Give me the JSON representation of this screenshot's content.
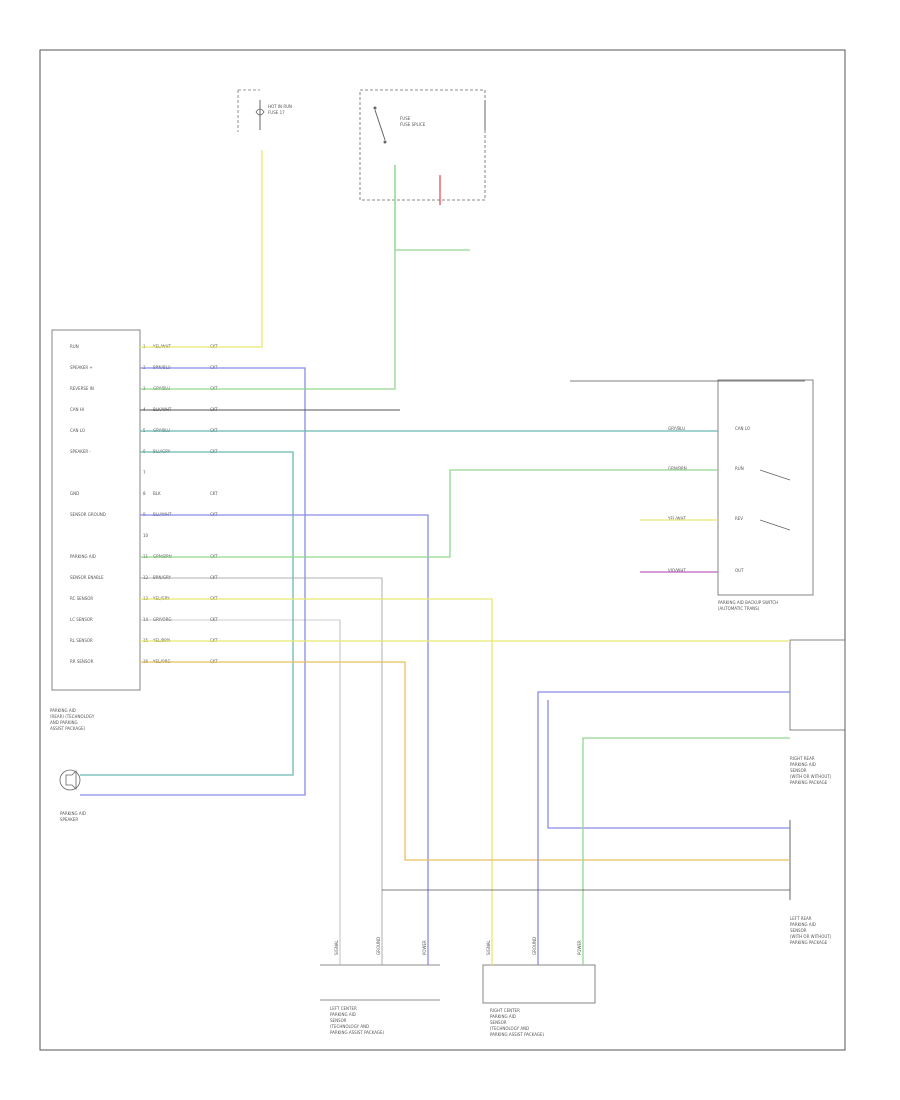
{
  "diagram_id": "",
  "components": {
    "module_label": [
      "PARKING AID",
      "(REAR) (TECHNOLOGY",
      "AND PARKING",
      "ASSIST PACKAGE)"
    ],
    "buzzer_label": [
      "PARKING AID",
      "SPEAKER"
    ],
    "relay_label": [
      "PARKING AID BACKUP SWITCH",
      "(AUTOMATIC TRANS)"
    ],
    "left_sensor_label": [
      "LEFT CENTER",
      "PARKING AID",
      "SENSOR",
      "(TECHNOLOGY AND",
      "PARKING ASSIST PACKAGE)"
    ],
    "right_sensor_label": [
      "RIGHT CENTER",
      "PARKING AID",
      "SENSOR",
      "(TECHNOLOGY AND",
      "PARKING ASSIST PACKAGE)"
    ],
    "rear_left_label": [
      "LEFT REAR",
      "PARKING AID",
      "SENSOR",
      "(WITH OR WITHOUT)",
      "PARKING PACKAGE"
    ],
    "rear_right_label": [
      "RIGHT REAR",
      "PARKING AID",
      "SENSOR",
      "(WITH OR WITHOUT)",
      "PARKING PACKAGE"
    ],
    "fuse1_label": [
      "HOT IN RUN",
      "FUSE 17"
    ],
    "fuse2_label": [
      "FUSE",
      "FUSE SPLICE"
    ]
  },
  "module_pins": [
    {
      "pin": "1",
      "name": "RUN",
      "wire": "YEL/WHT",
      "dest": "CKT"
    },
    {
      "pin": "2",
      "name": "SPEAKER +",
      "wire": "BRN/BLU",
      "dest": "CKT"
    },
    {
      "pin": "3",
      "name": "REVERSE IN",
      "wire": "GRY/BLU",
      "dest": "CKT"
    },
    {
      "pin": "4",
      "name": "CAN HI",
      "wire": "BLK/WHT",
      "dest": "CKT"
    },
    {
      "pin": "5",
      "name": "CAN LO",
      "wire": "GRY/BLU",
      "dest": "CKT"
    },
    {
      "pin": "6",
      "name": "SPEAKER -",
      "wire": "BLU/GRY",
      "dest": "CKT"
    },
    {
      "pin": "7",
      "name": "",
      "wire": "",
      "dest": ""
    },
    {
      "pin": "8",
      "name": "GND",
      "wire": "BLK",
      "dest": "CKT"
    },
    {
      "pin": "9",
      "name": "SENSOR GROUND",
      "wire": "BLU/WHT",
      "dest": "CKT"
    },
    {
      "pin": "10",
      "name": "",
      "wire": "",
      "dest": ""
    },
    {
      "pin": "11",
      "name": "PARKING AID",
      "wire": "GRN/BRN",
      "dest": "CKT"
    },
    {
      "pin": "12",
      "name": "SENSOR ENABLE",
      "wire": "BRN/GRY",
      "dest": "CKT"
    },
    {
      "pin": "13",
      "name": "RC SENSOR",
      "wire": "YEL/GRY",
      "dest": "CKT"
    },
    {
      "pin": "14",
      "name": "LC SENSOR",
      "wire": "GRY/ORG",
      "dest": "CKT"
    },
    {
      "pin": "15",
      "name": "RL SENSOR",
      "wire": "YEL/BRN",
      "dest": "CKT"
    },
    {
      "pin": "16",
      "name": "RR SENSOR",
      "wire": "YEL/ORG",
      "dest": "CKT"
    }
  ],
  "relay_pins": [
    {
      "name": "CAN LO",
      "wire": "GRY/BLU"
    },
    {
      "name": "RUN",
      "wire": "GRN/BRN"
    },
    {
      "name": "REV",
      "wire": "YEL/WHT"
    },
    {
      "name": "OUT",
      "wire": "VIO/WHT"
    }
  ],
  "sensor_pins": [
    {
      "name": "SIGNAL"
    },
    {
      "name": "GROUND"
    },
    {
      "name": "POWER"
    }
  ],
  "wire_colors": {
    "yellow": "#e8e870",
    "green": "#90d890",
    "blue": "#8a8ae6",
    "teal": "#6ab8b0",
    "orange": "#e8c060",
    "red": "#e85050",
    "magenta": "#c060c0",
    "gray": "#999999",
    "dark": "#555555"
  }
}
